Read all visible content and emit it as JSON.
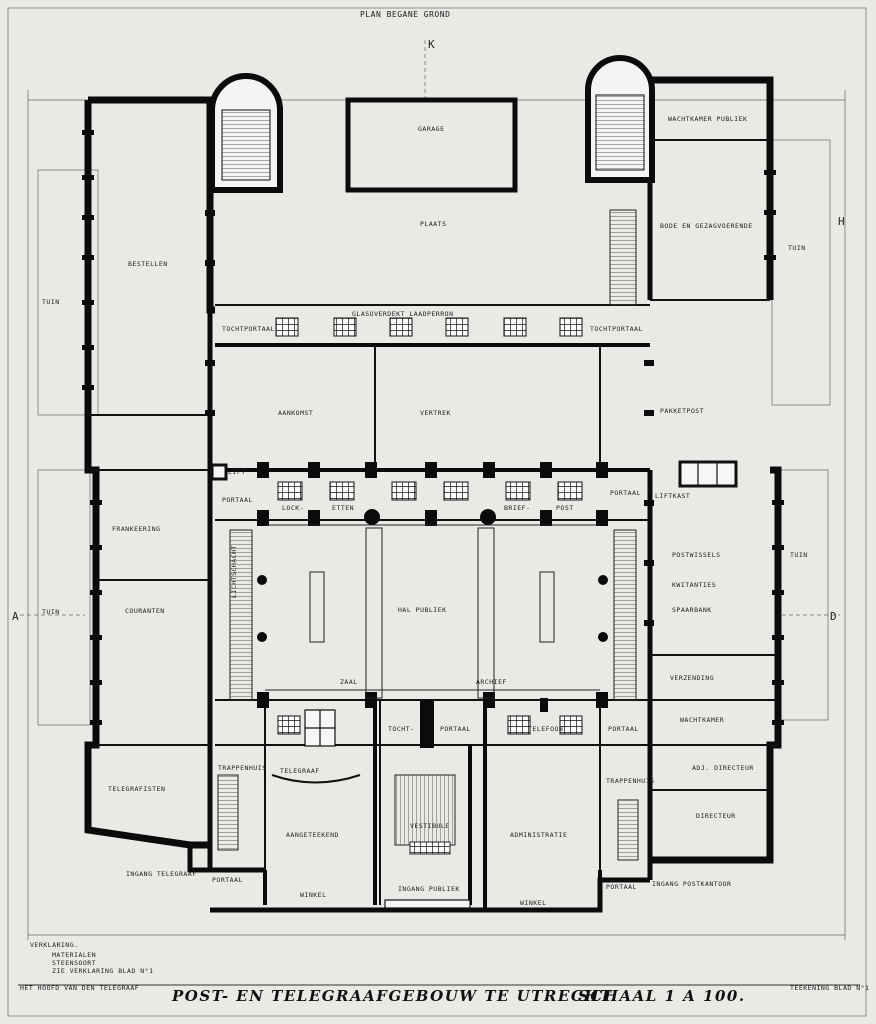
{
  "sheet": {
    "heading": "PLAN BEGANE GROND",
    "title": "POST- EN TELEGRAAFGEBOUW TE UTRECHT.",
    "scale": "SCHAAL 1 A 100.",
    "sheet_no": "TEEKENING BLAD N°1",
    "signature": "HET HOOFD VAN DEN TELEGRAAF",
    "legend": {
      "heading": "VERKLARING.",
      "lines": [
        "MATERIALEN",
        "STEENSOORT",
        "ZIE VERKLARING BLAD N°1"
      ]
    },
    "axis_labels": {
      "top": "K",
      "left": "A",
      "right": "D",
      "upper_right": "H"
    }
  },
  "rooms": {
    "bestellen": "BESTELLEN",
    "garage": "GARAGE",
    "wachtkamer_publiek": "WACHTKAMER PUBLIEK",
    "bode_gezagvoerende": "BODE EN GEZAGVOERENDE",
    "plaats": "PLAATS",
    "tochtportaal_left": "TOCHTPORTAAL",
    "glasoverdekt_laadperron": "GLASOVERDEKT LAADPERRON",
    "tochtportaal_right": "TOCHTPORTAAL",
    "aankomst": "AANKOMST",
    "vertrek": "VERTREK",
    "pakketpost": "PAKKETPOST",
    "lift": "LIFT",
    "liftkast": "LIFTKAST",
    "portaal_left": "PORTAAL",
    "loket_1": "LOCK-",
    "loket_2": "ETTEN",
    "loket_3": "BRIEF-",
    "loket_4": "POST",
    "portaal_right": "PORTAAL",
    "frankeering": "FRANKEERING",
    "postwissels": "POSTWISSELS",
    "kwitanties": "KWITANTIES",
    "spaarbank": "SPAARBANK",
    "hal_publiek": "HAL PUBLIEK",
    "courantbureau": "COURANTEN",
    "lichtschacht": "LICHTSCHACHT",
    "zaal": "ZAAL",
    "archief": "ARCHIEF",
    "verzending": "VERZENDING",
    "wachtkamer": "WACHTKAMER",
    "tochtportaal_front": "TOCHT-",
    "portaal_front": "PORTAAL",
    "telefoon": "TELEFOON",
    "portaal_front_right": "PORTAAL",
    "trappenhuis_left": "TRAPPENHUIS",
    "telegrafisten": "TELEGRAFISTEN",
    "telegraaf": "TELEGRAAF",
    "aangeteekend": "AANGETEEKEND",
    "vestibule": "VESTIBULE",
    "administratie": "ADMINISTRATIE",
    "trappenhuis_right": "TRAPPENHUIS",
    "adj_directeur": "ADJ. DIRECTEUR",
    "directeur": "DIRECTEUR",
    "ingang_telegraaf": "INGANG TELEGRAAF",
    "ingang_publiek": "INGANG PUBLIEK",
    "ingang_postkantoor": "INGANG POSTKANTOOR",
    "winkel_left": "WINKEL",
    "winkel_right": "WINKEL",
    "portaal_bl": "PORTAAL",
    "portaal_br": "PORTAAL",
    "tuin_left_upper": "TUIN",
    "tuin_left_lower": "TUIN",
    "tuin_right_upper": "TUIN",
    "tuin_right_lower": "TUIN"
  }
}
